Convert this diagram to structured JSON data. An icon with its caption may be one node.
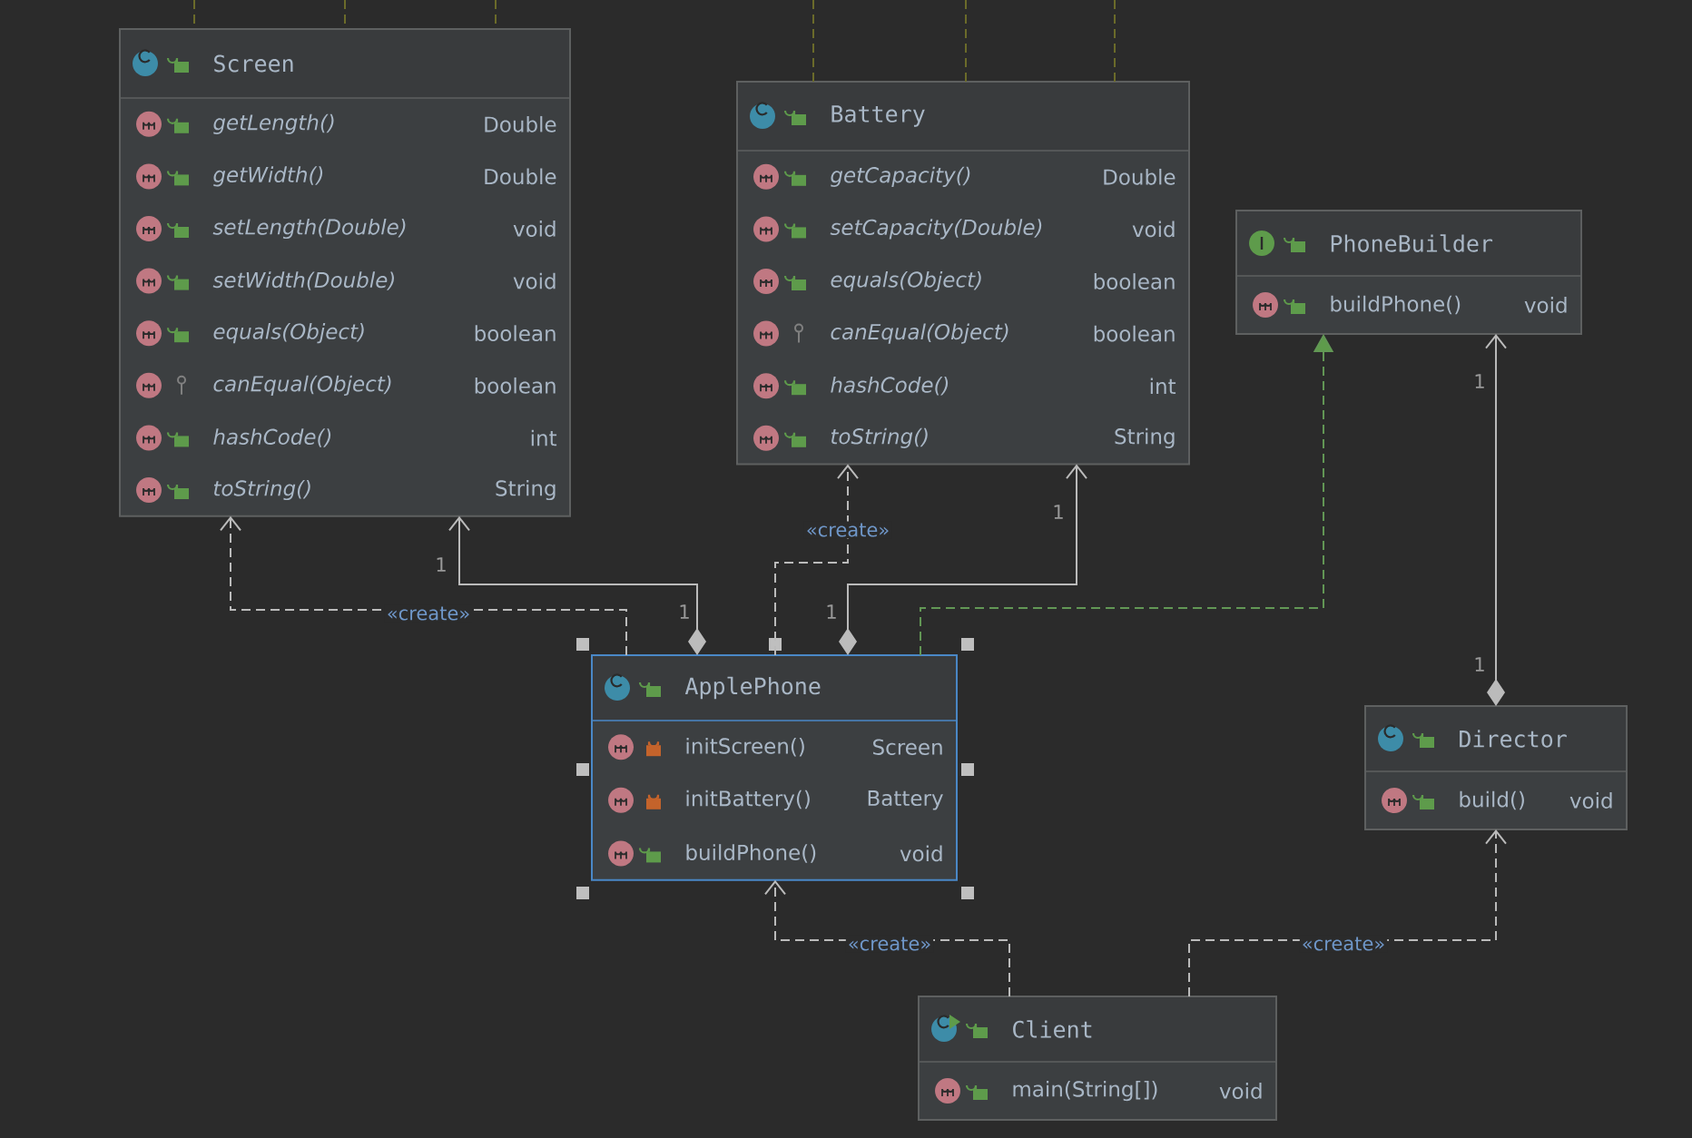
{
  "diagram": {
    "nodes": [
      {
        "text": [
          "Screen",
          "getLength()",
          "Double",
          "getWidth()",
          "Double",
          "setLength(Double)",
          "void",
          "setWidth(Double)",
          "void",
          "equals(Object)",
          "boolean",
          "canEqual(Object)",
          "boolean",
          "hashCode()",
          "int",
          "toString()",
          "String"
        ]
      },
      {
        "text": [
          "Battery",
          "getCapacity()",
          "Double",
          "setCapacity(Double)",
          "void",
          "equals(Object)",
          "boolean",
          "canEqual(Object)",
          "boolean",
          "hashCode()",
          "int",
          "toString()",
          "String"
        ]
      },
      {
        "text": [
          "PhoneBuilder",
          "buildPhone()",
          "void"
        ]
      },
      {
        "text": [
          "ApplePhone",
          "initScreen()",
          "Screen",
          "initBattery()",
          "Battery",
          "buildPhone()",
          "void"
        ]
      },
      {
        "text": [
          "Director",
          "build()",
          "void"
        ]
      },
      {
        "text": [
          "Client",
          "main(String[])",
          "void"
        ]
      }
    ],
    "edges": [
      {
        "from": 3,
        "to": 0,
        "arrow": "to",
        "label": "«create»",
        "style": "dashed"
      },
      {
        "from": 3,
        "to": 0,
        "arrow": "to"
      },
      {
        "from": 3,
        "to": 1,
        "arrow": "to",
        "label": "«create»",
        "style": "dashed"
      },
      {
        "from": 3,
        "to": 1,
        "arrow": "to"
      },
      {
        "from": 3,
        "to": 2,
        "arrow": "to",
        "style": "dashed",
        "color": "#629755"
      },
      {
        "from": 4,
        "to": 2,
        "arrow": "to"
      },
      {
        "from": 5,
        "to": 3,
        "arrow": "to",
        "label": "«create»",
        "style": "dashed"
      },
      {
        "from": 5,
        "to": 4,
        "arrow": "to",
        "label": "«create»",
        "style": "dashed"
      },
      {
        "from": null,
        "to": 0,
        "arrow": "none",
        "style": "dashed",
        "color": "#6b6b2a"
      },
      {
        "from": null,
        "to": 0,
        "arrow": "none",
        "style": "dashed",
        "color": "#6b6b2a"
      },
      {
        "from": null,
        "to": 0,
        "arrow": "none",
        "style": "dashed",
        "color": "#6b6b2a"
      },
      {
        "from": null,
        "to": 1,
        "arrow": "none",
        "style": "dashed",
        "color": "#6b6b2a"
      },
      {
        "from": null,
        "to": 1,
        "arrow": "none",
        "style": "dashed",
        "color": "#6b6b2a"
      },
      {
        "from": null,
        "to": 1,
        "arrow": "none",
        "style": "dashed",
        "color": "#6b6b2a"
      }
    ],
    "labels": [
      "1",
      "1",
      "1",
      "1",
      "1",
      "1"
    ]
  }
}
